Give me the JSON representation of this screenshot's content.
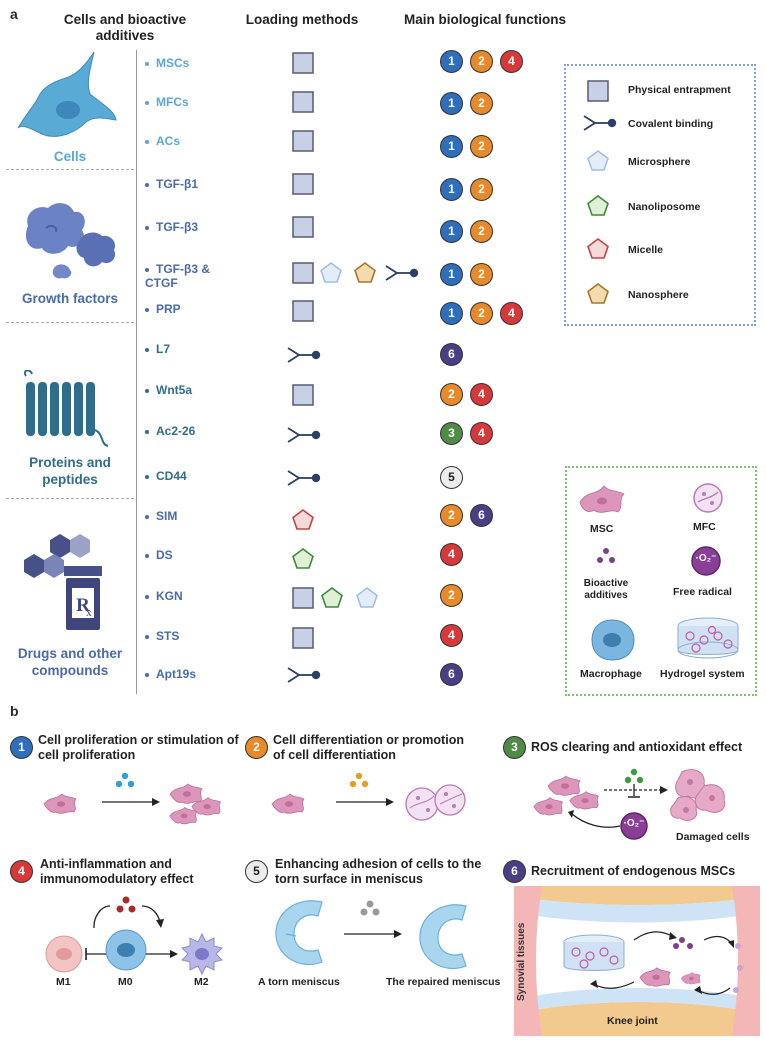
{
  "panel_a": {
    "label": "a",
    "headers": {
      "cells_additives": "Cells and bioactive additives",
      "loading_methods": "Loading methods",
      "main_functions": "Main biological functions"
    },
    "categories": {
      "cells": "Cells",
      "growth_factors": "Growth factors",
      "proteins": "Proteins and peptides",
      "drugs": "Drugs and other compounds"
    },
    "rows": [
      {
        "label": "MSCs"
      },
      {
        "label": "MFCs"
      },
      {
        "label": "ACs"
      },
      {
        "label": "TGF-β1"
      },
      {
        "label": "TGF-β3"
      },
      {
        "label": "TGF-β3 & CTGF"
      },
      {
        "label": "PRP"
      },
      {
        "label": "L7"
      },
      {
        "label": "Wnt5a"
      },
      {
        "label": "Ac2-26"
      },
      {
        "label": "CD44"
      },
      {
        "label": "SIM"
      },
      {
        "label": "DS"
      },
      {
        "label": "KGN"
      },
      {
        "label": "STS"
      },
      {
        "label": "Apt19s"
      }
    ],
    "badges": {
      "b1": "1",
      "b2": "2",
      "b3": "3",
      "b4": "4",
      "b5": "5",
      "b6": "6"
    },
    "legend_loading": {
      "physical": "Physical entrapment",
      "covalent": "Covalent binding",
      "microsphere": "Microsphere",
      "nanoliposome": "Nanoliposome",
      "micelle": "Micelle",
      "nanosphere": "Nanosphere"
    },
    "legend_cells": {
      "msc": "MSC",
      "mfc": "MFC",
      "additives": "Bioactive additives",
      "radical": "Free radical",
      "radical_symbol": "·O₂⁻",
      "macrophage": "Macrophage",
      "hydrogel": "Hydrogel system"
    }
  },
  "panel_b": {
    "label": "b",
    "functions": {
      "f1": "Cell proliferation or stimulation of cell proliferation",
      "f2": "Cell differentiation or promotion of cell differentiation",
      "f3": "ROS clearing and antioxidant effect",
      "f4": "Anti-inflammation and immunomodulatory effect",
      "f5": "Enhancing adhesion of cells to the torn surface in meniscus",
      "f6": "Recruitment of endogenous MSCs"
    },
    "captions": {
      "damaged": "Damaged cells",
      "m1": "M1",
      "m0": "M0",
      "m2": "M2",
      "torn": "A torn meniscus",
      "repaired": "The repaired meniscus",
      "synovial": "Synovial tissues",
      "knee": "Knee joint",
      "radical": "·O₂⁻"
    }
  },
  "colors": {
    "cells_blue": "#5aa6d6",
    "factor_blue": "#4a6aa8",
    "protein_teal": "#2f6d8a",
    "square_fill": "#c8d0e8",
    "cell_pink": "#d98bb3"
  }
}
